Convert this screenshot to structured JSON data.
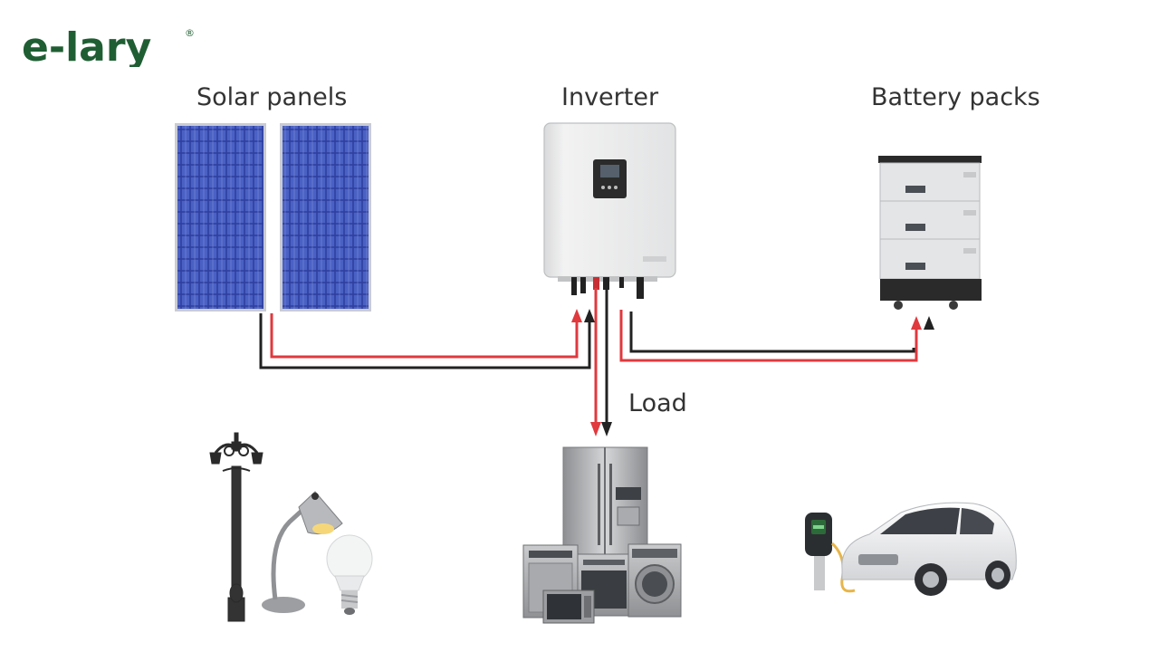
{
  "brand": {
    "name": "e-lary",
    "registered_mark": "®",
    "color": "#1f5e33"
  },
  "labels": {
    "solar_panels": "Solar panels",
    "inverter": "Inverter",
    "battery_packs": "Battery packs",
    "load": "Load"
  },
  "wire_colors": {
    "positive": "#e0393e",
    "negative": "#222222"
  },
  "icons": [
    "solar-panel-icon",
    "inverter-icon",
    "battery-pack-icon",
    "street-lamp-icon",
    "desk-lamp-icon",
    "light-bulb-icon",
    "refrigerator-icon",
    "washing-machine-icon",
    "microwave-icon",
    "ev-charger-icon",
    "electric-car-icon"
  ]
}
